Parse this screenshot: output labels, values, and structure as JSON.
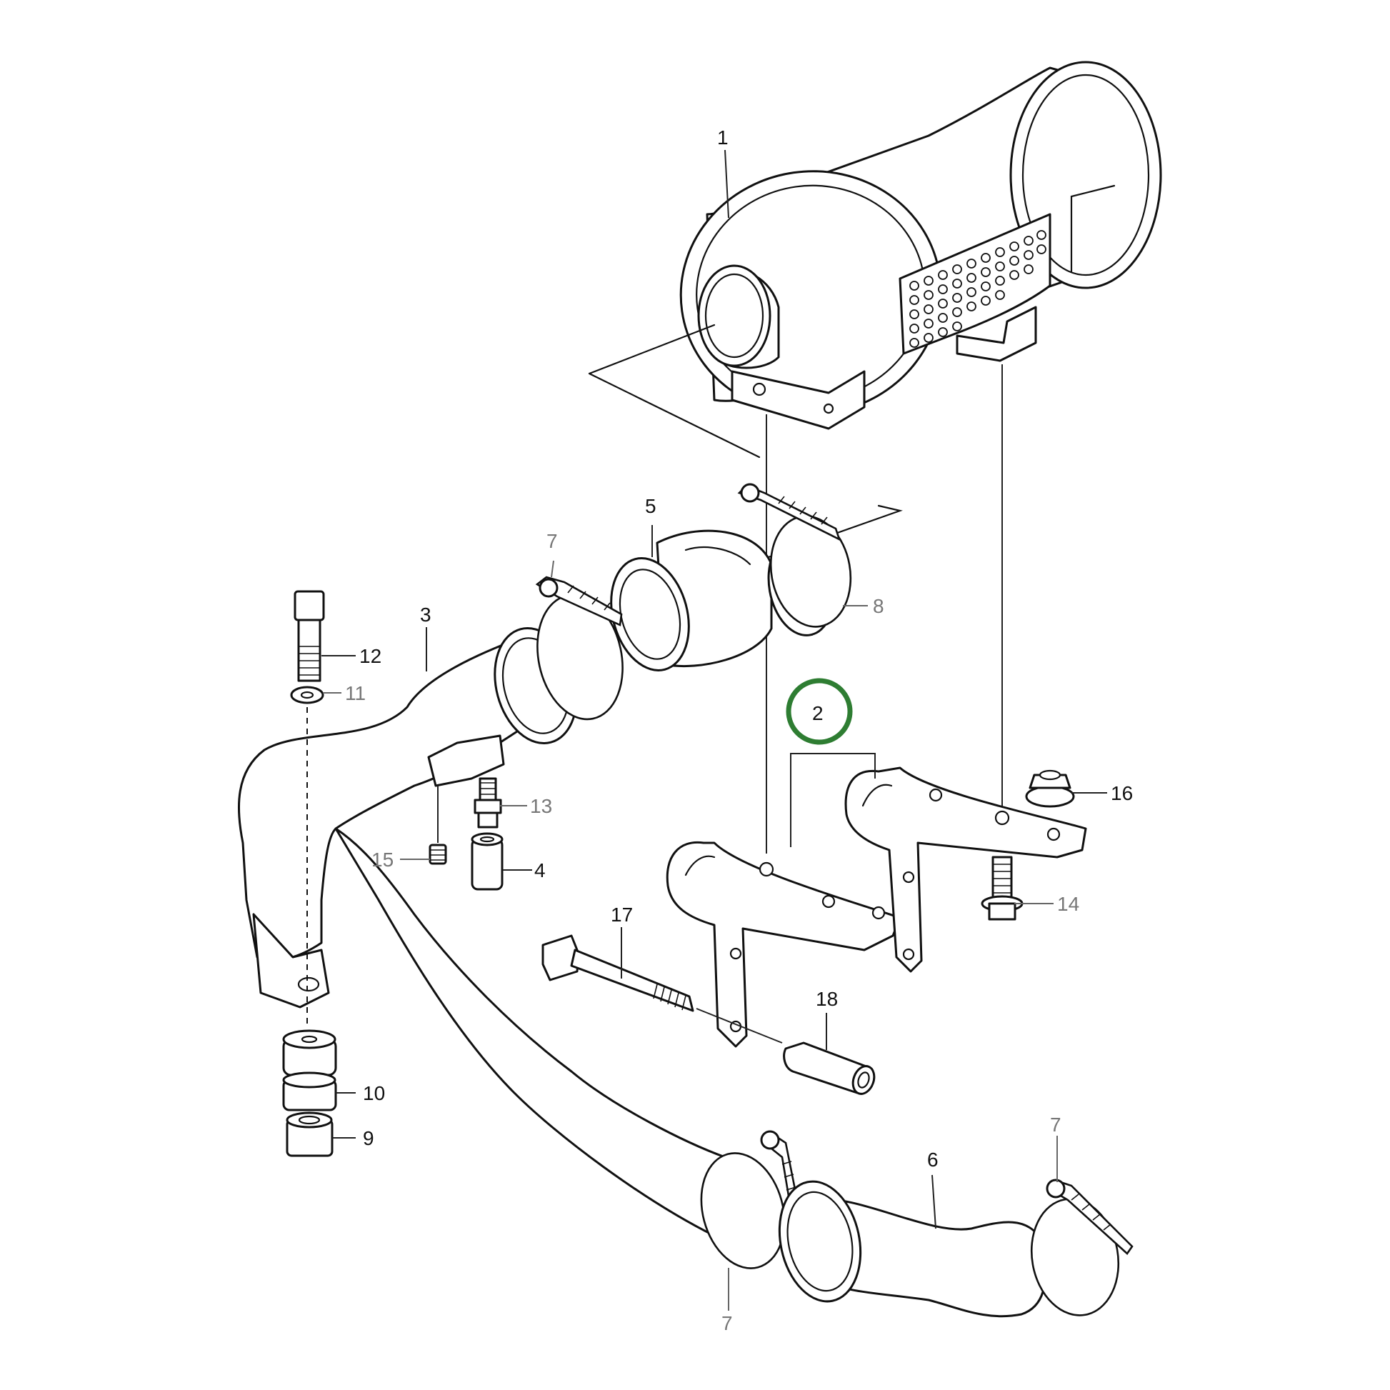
{
  "colors": {
    "line": "#111111",
    "background": "#ffffff",
    "highlight": "#2e7d32",
    "muted_label": "#777777"
  },
  "callouts": {
    "c1": "1",
    "c2": "2",
    "c3": "3",
    "c4": "4",
    "c5": "5",
    "c6": "6",
    "c7_top": "7",
    "c7_bottom": "7",
    "c7_right": "7",
    "c8": "8",
    "c9": "9",
    "c10": "10",
    "c11": "11",
    "c12": "12",
    "c13": "13",
    "c14": "14",
    "c15": "15",
    "c16": "16",
    "c17": "17",
    "c18": "18"
  },
  "highlighted_part": "2"
}
